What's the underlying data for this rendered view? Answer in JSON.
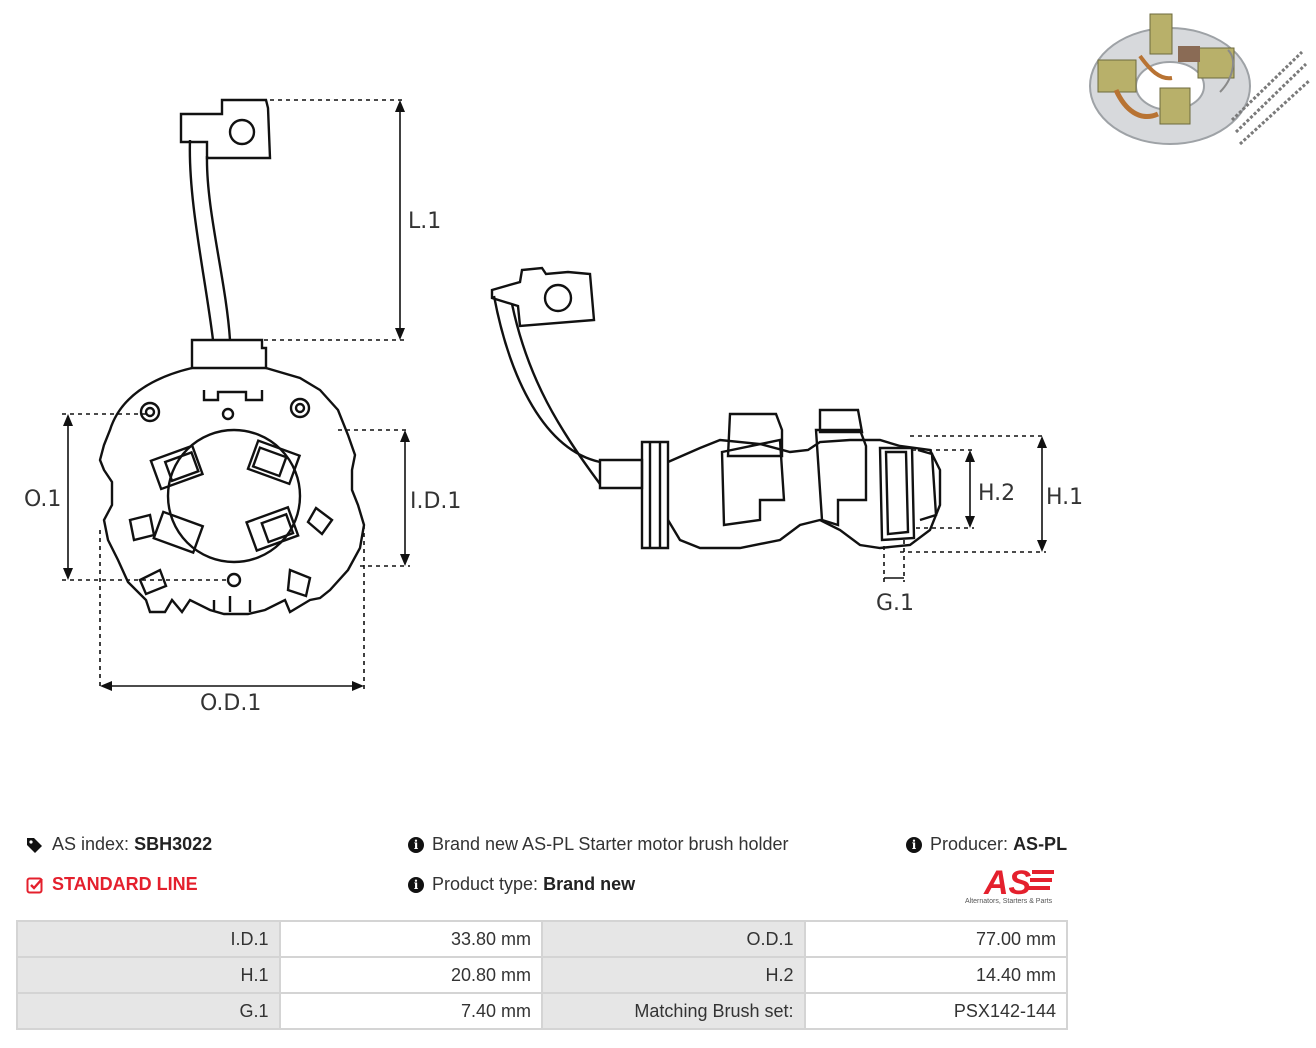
{
  "dimension_labels": {
    "l1": "L.1",
    "o1": "O.1",
    "id1": "I.D.1",
    "od1": "O.D.1",
    "h1": "H.1",
    "h2": "H.2",
    "g1": "G.1"
  },
  "info": {
    "as_index_label": "AS index:",
    "as_index_value": "SBH3022",
    "line": "STANDARD LINE",
    "description": "Brand new AS-PL Starter motor brush holder",
    "product_type_label": "Product type:",
    "product_type_value": "Brand new",
    "producer_label": "Producer:",
    "producer_value": "AS-PL"
  },
  "logo": {
    "mark": "AS",
    "tagline": "Alternators, Starters & Parts"
  },
  "spec_table": [
    {
      "l1": "I.D.1",
      "v1": "33.80 mm",
      "l2": "O.D.1",
      "v2": "77.00 mm"
    },
    {
      "l1": "H.1",
      "v1": "20.80 mm",
      "l2": "H.2",
      "v2": "14.40 mm"
    },
    {
      "l1": "G.1",
      "v1": "7.40 mm",
      "l2": "Matching Brush set:",
      "v2": "PSX142-144"
    }
  ],
  "colors": {
    "accent_red": "#e4202d",
    "label_cell": "#e6e6e6",
    "border": "#d4d4d4"
  },
  "icons": [
    "tags-icon",
    "check-square-icon",
    "info-icon"
  ]
}
